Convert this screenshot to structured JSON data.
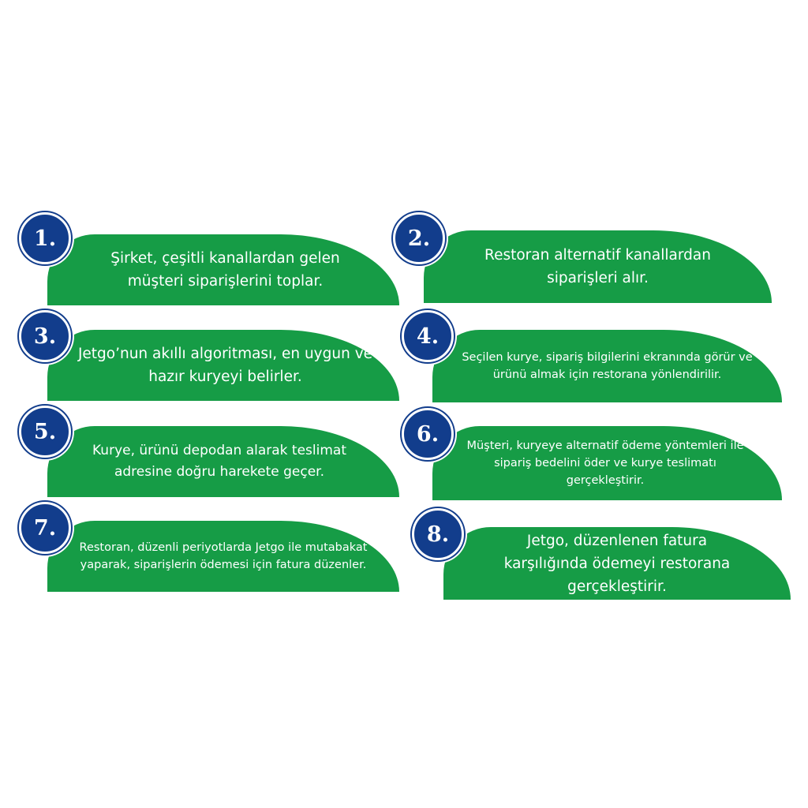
{
  "colors": {
    "pill_green": "#169c46",
    "badge_blue": "#123d8c",
    "text_white": "#ffffff",
    "background": "#ffffff"
  },
  "steps": [
    {
      "number": "1.",
      "text": "Şirket, çeşitli kanallardan gelen müşteri siparişlerini toplar."
    },
    {
      "number": "2.",
      "text": "Restoran alternatif kanallardan siparişleri alır."
    },
    {
      "number": "3.",
      "text": "Jetgo’nun akıllı algoritması, en uygun ve hazır kuryeyi belirler."
    },
    {
      "number": "4.",
      "text": "Seçilen kurye, sipariş bilgilerini ekranında görür ve ürünü almak için restorana yönlendirilir."
    },
    {
      "number": "5.",
      "text": "Kurye, ürünü depodan alarak teslimat adresine doğru harekete geçer."
    },
    {
      "number": "6.",
      "text": "Müşteri, kuryeye alternatif ödeme yöntemleri ile sipariş bedelini öder ve kurye teslimatı gerçekleştirir."
    },
    {
      "number": "7.",
      "text": "Restoran, düzenli periyotlarda Jetgo ile mutabakat yaparak, siparişlerin ödemesi için fatura düzenler."
    },
    {
      "number": "8.",
      "text": "Jetgo, düzenlenen fatura karşılığında ödemeyi restorana gerçekleştirir."
    }
  ]
}
